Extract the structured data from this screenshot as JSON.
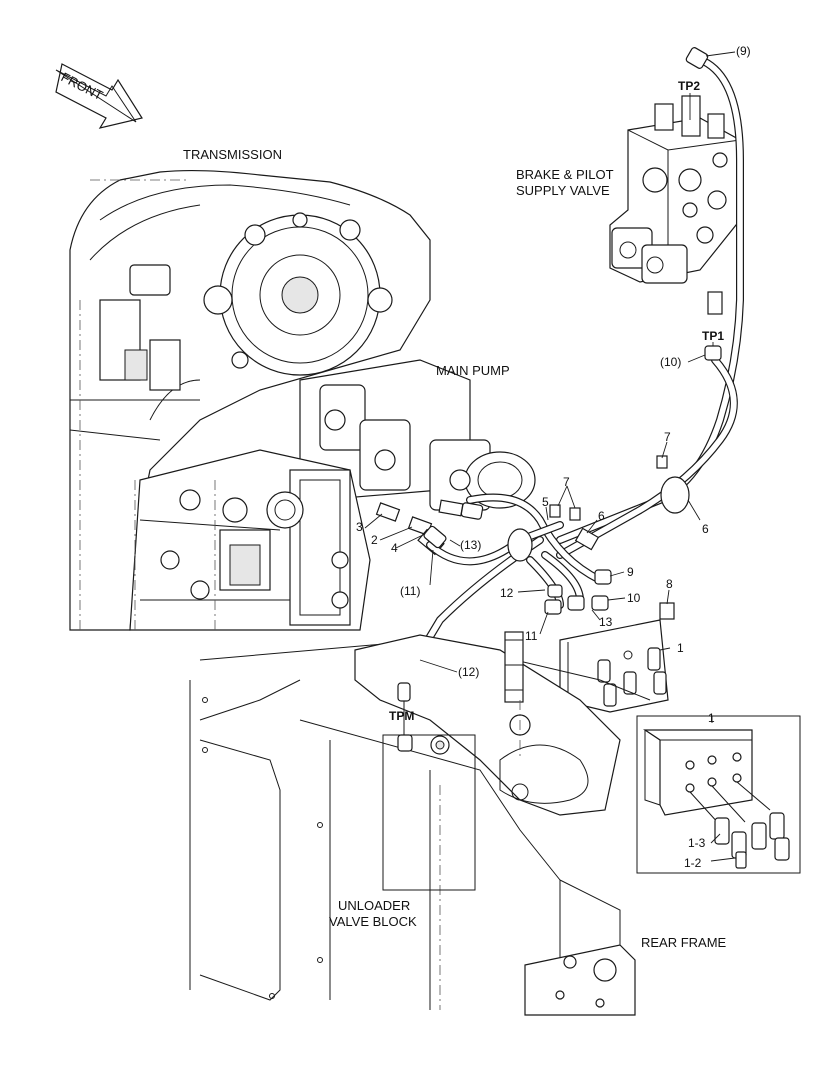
{
  "labels": {
    "front": "FRONT",
    "transmission": "TRANSMISSION",
    "main_pump": "MAIN PUMP",
    "brake_pilot_line1": "BRAKE & PILOT",
    "brake_pilot_line2": "SUPPLY VALVE",
    "unloader_line1": "UNLOADER",
    "unloader_line2": "VALVE BLOCK",
    "rear_frame": "REAR FRAME",
    "tp1": "TP1",
    "tp2": "TP2",
    "tpm": "TPM"
  },
  "callouts": {
    "c9p": "(9)",
    "c10p": "(10)",
    "c11p": "(11)",
    "c12p": "(12)",
    "c13p": "(13)",
    "n1": "1",
    "n1b": "1",
    "n1_2": "1-2",
    "n1_3": "1-3",
    "n2": "2",
    "n3": "3",
    "n4": "4",
    "n5": "5",
    "n6a": "6",
    "n6b": "6",
    "n7a": "7",
    "n7b": "7",
    "n8": "8",
    "n9": "9",
    "n10": "10",
    "n11": "11",
    "n12": "12",
    "n13": "13"
  }
}
